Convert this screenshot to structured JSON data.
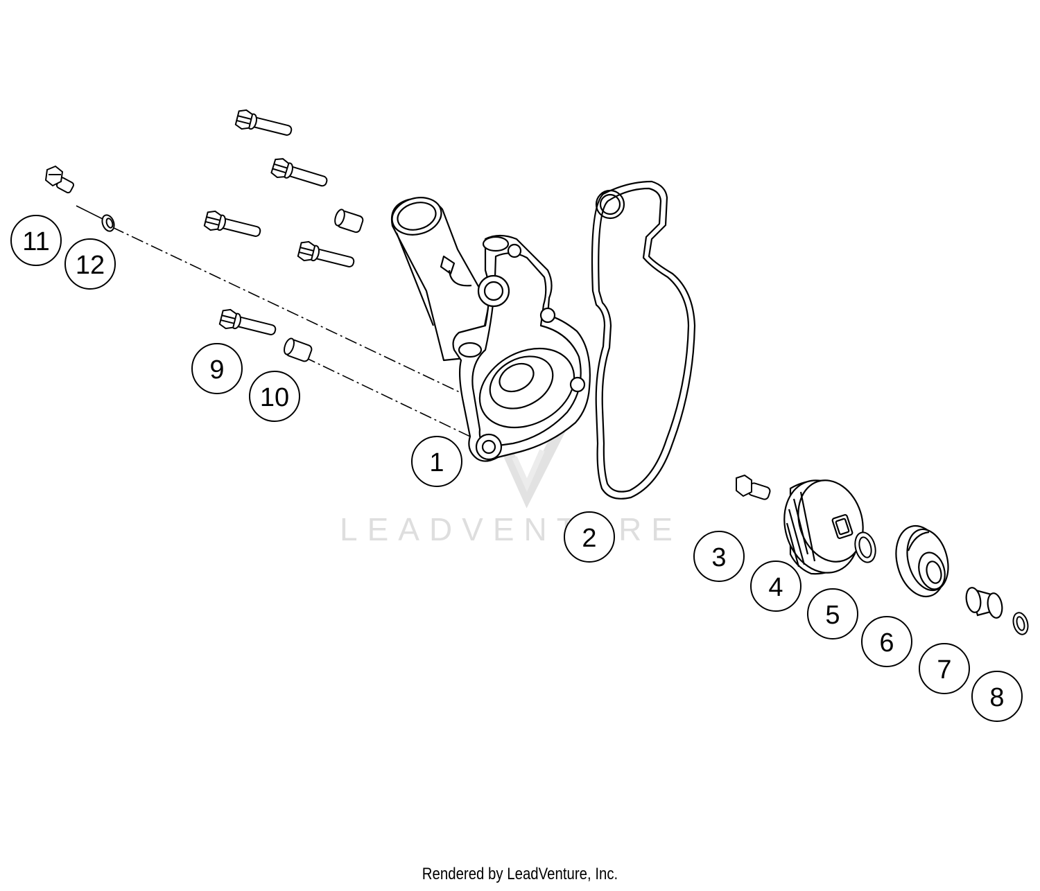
{
  "watermark": {
    "text": "LEADVENTURE"
  },
  "footer": {
    "text": "Rendered by LeadVenture, Inc."
  },
  "callouts": [
    {
      "id": "1",
      "label": "1"
    },
    {
      "id": "2",
      "label": "2"
    },
    {
      "id": "3",
      "label": "3"
    },
    {
      "id": "4",
      "label": "4"
    },
    {
      "id": "5",
      "label": "5"
    },
    {
      "id": "6",
      "label": "6"
    },
    {
      "id": "7",
      "label": "7"
    },
    {
      "id": "8",
      "label": "8"
    },
    {
      "id": "9",
      "label": "9"
    },
    {
      "id": "10",
      "label": "10"
    },
    {
      "id": "11",
      "label": "11"
    },
    {
      "id": "12",
      "label": "12"
    }
  ],
  "colors": {
    "line": "#000000",
    "watermark": "#dedede"
  }
}
